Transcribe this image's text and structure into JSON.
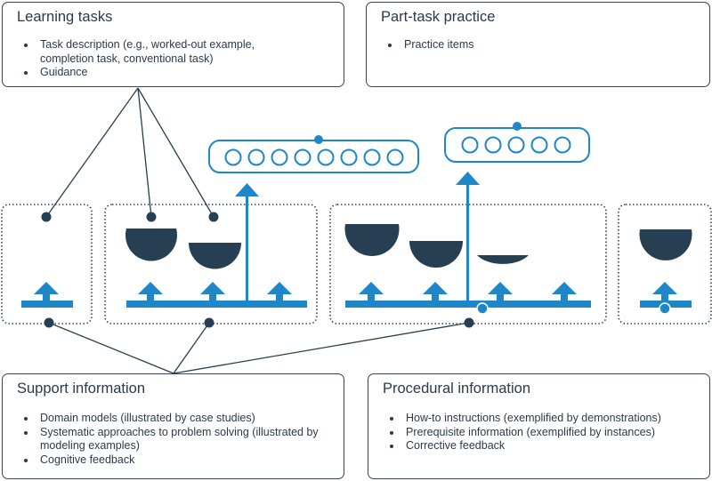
{
  "learning_tasks": {
    "title": "Learning tasks",
    "items": [
      "Task description (e.g., worked-out example, completion task, conventional task)",
      "Guidance"
    ]
  },
  "part_task_practice": {
    "title": "Part-task practice",
    "items": [
      "Practice items"
    ]
  },
  "support_information": {
    "title": "Support information",
    "items": [
      "Domain models (illustrated by case studies)",
      "Systematic approaches to problem solving (illustrated by modeling examples)",
      "Cognitive feedback"
    ]
  },
  "procedural_information": {
    "title": "Procedural information",
    "items": [
      "How-to instructions (exemplified by demonstrations)",
      "Prerequisite information (exemplified by instances)",
      "Corrective feedback"
    ]
  },
  "colors": {
    "blue": "#1f86c8",
    "navy": "#263f52",
    "border": "#3a4350",
    "text": "#2b3a4a"
  },
  "practice_groups": [
    {
      "name": "practice-items-group-1",
      "circle_count": 8
    },
    {
      "name": "practice-items-group-2",
      "circle_count": 5
    }
  ]
}
